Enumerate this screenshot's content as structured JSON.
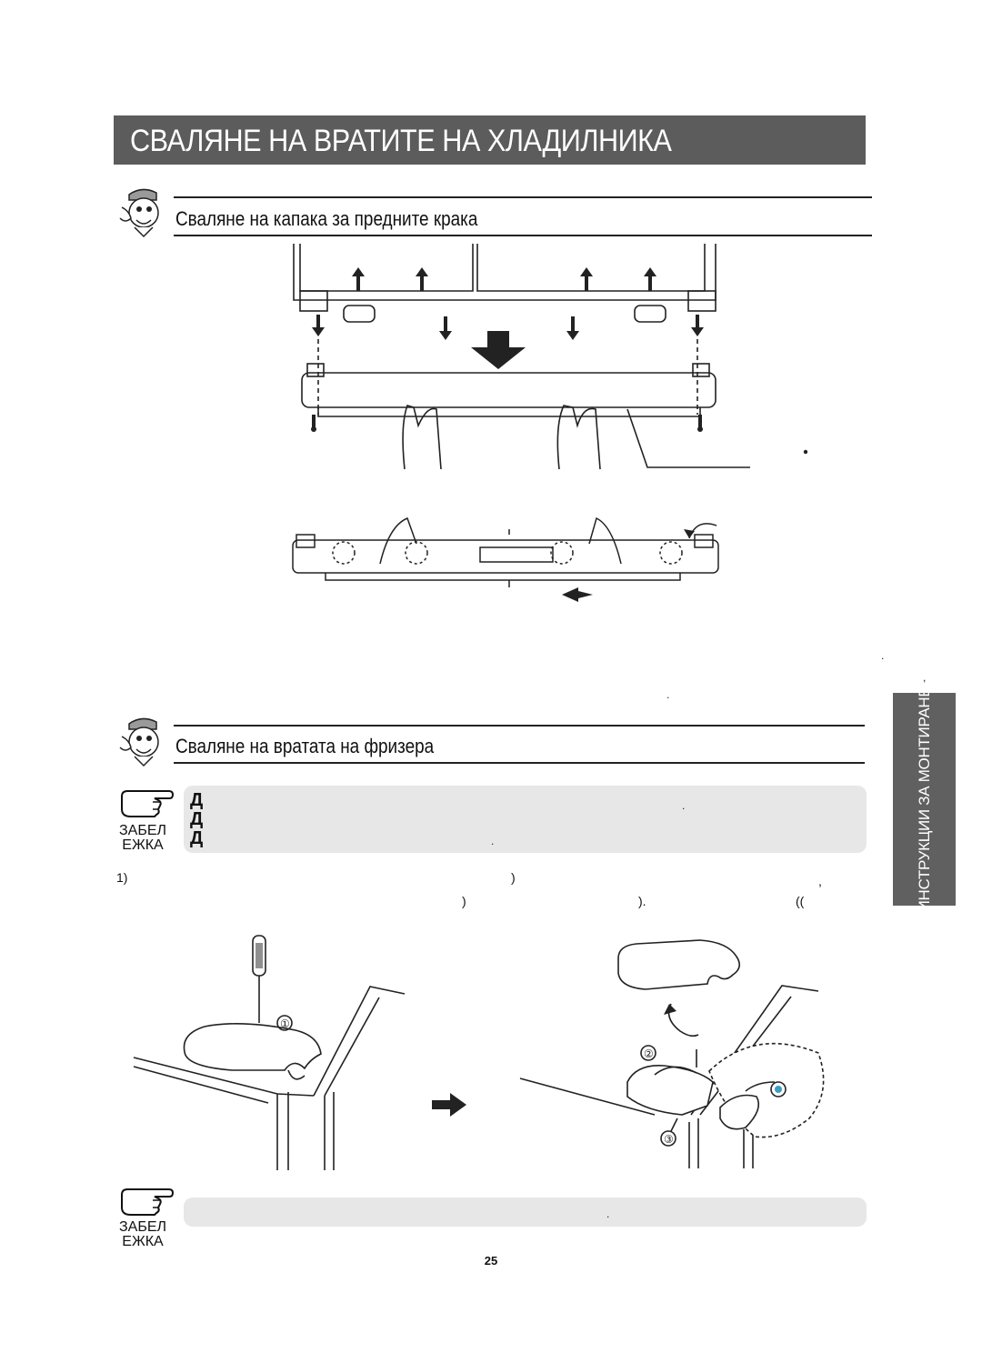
{
  "page_title": "СВАЛЯНЕ НА ВРАТИТЕ НА ХЛАДИЛНИКА",
  "section1": {
    "title": "Сваляне на капака за предните крака"
  },
  "section2": {
    "title": "Сваляне на вратата на фризера"
  },
  "note_top": {
    "label_line1": "ЗАБЕЛ",
    "label_line2": "ЕЖКА",
    "markers": [
      "Д",
      "Д",
      "Д"
    ]
  },
  "step1": {
    "number": "1)",
    "fragments": [
      ")",
      ",",
      ")",
      ").",
      "(("
    ]
  },
  "callouts": [
    "①",
    "②",
    "③"
  ],
  "note_bottom": {
    "label_line1": "ЗАБЕЛ",
    "label_line2": "ЕЖКА"
  },
  "side_tab": {
    "label": "ИНСТРУКЦИИ ЗА МОНТИРАНЕ"
  },
  "page_number": "25"
}
